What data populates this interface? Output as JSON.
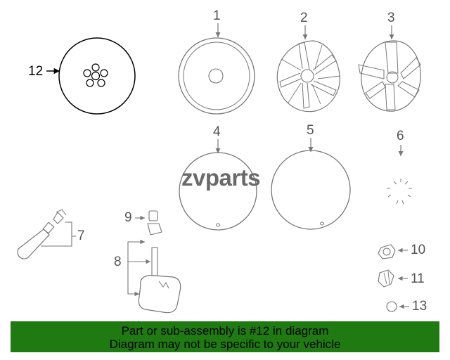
{
  "colors": {
    "line": "#777777",
    "banner_bg": "#1f7a12",
    "banner_text": "#000000",
    "highlight": "#000000"
  },
  "parts": [
    {
      "ref": "12",
      "name": "highlighted-wheel-with-five-holes"
    },
    {
      "ref": "1",
      "name": "plain-wheel"
    },
    {
      "ref": "2",
      "name": "five-spoke-wheel"
    },
    {
      "ref": "3",
      "name": "wide-spoke-wheel"
    },
    {
      "ref": "4",
      "name": "wheel-cover-large"
    },
    {
      "ref": "5",
      "name": "wheel-cover-small"
    },
    {
      "ref": "6",
      "name": "center-cap-fragments"
    },
    {
      "ref": "7",
      "name": "valve-stem"
    },
    {
      "ref": "8",
      "name": "tpms-sensor"
    },
    {
      "ref": "9",
      "name": "valve-cap"
    },
    {
      "ref": "10",
      "name": "lug-nut"
    },
    {
      "ref": "11",
      "name": "lug-nut-long"
    },
    {
      "ref": "13",
      "name": "small-circle-part"
    }
  ],
  "watermark": {
    "mark": "ᴢ",
    "text": "vparts"
  },
  "banner": {
    "line1": "Part or sub-assembly is #12 in diagram",
    "line2": "Diagram may not be specific to your vehicle"
  }
}
